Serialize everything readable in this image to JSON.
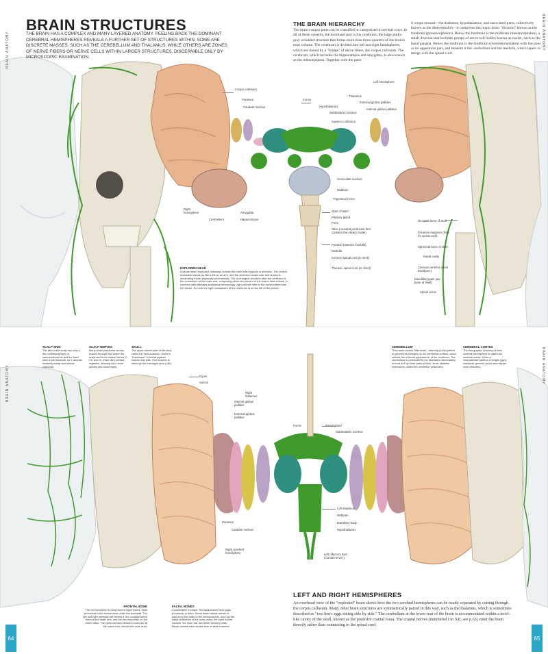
{
  "side_tabs": {
    "top_left": "BRAIN ANATOMY",
    "top_right": "BRAIN ANATOMY",
    "bottom_left": "BRAIN ANATOMY",
    "bottom_right": "BRAIN ANATOMY"
  },
  "page_numbers": {
    "left": "64",
    "right": "65"
  },
  "title": "BRAIN STRUCTURES",
  "intro": "THE BRAIN HAS A COMPLEX AND MANY-LAYERED ANATOMY. PEELING BACK THE DOMINANT CEREBRAL HEMISPHERES REVEALS A FURTHER SET OF STRUCTURES WITHIN. SOME ARE DISCRETE MASSES, SUCH AS THE CEREBELLUM AND THALAMUS, WHILE OTHERS ARE ZONES OF NERVE FIBERS OR NERVE CELLS WITHIN LARGER STRUCTURES, DISCERNIBLE ONLY BY MICROSCOPIC EXAMINATION.",
  "hierarchy": {
    "title": "THE BRAIN HIERARCHY",
    "col1": "The brain's major parts can be classified or categorized in several ways. In all of these systems, the dominant part is the cerebrum, the large pinky-gray wrinkled structure that forms more than three-quarters of the brain's total volume. The cerebrum is divided into left and right hemispheres, which are linked by a \"bridge\" of nerve fibers, the corpus callosum. The cerebrum, which includes the hippocampus and amygdala, is also known as the telencephalon. Together with the parts",
    "col2": "it wraps around—the thalamus, hypothalamus, and associated parts, collectively known as the diencephalon—it comprises the major brain \"division\" known as the forebrain (prosencephalon). Below the forebrain is the midbrain (mesencephalon), a small division that includes groups of nerve-cell bodies known as nuclei, such as the basal ganglia. Below the midbrain is the hindbrain (rhombencephalon) with the pons as its uppermost part, and beneath it the cerebellum and the medulla, which tapers to merge with the spinal cord."
  },
  "top_labels": {
    "corpus_callosum": "Corpus callosum",
    "putamen": "Putamen",
    "caudate_nucleus": "Caudate nucleus",
    "fornix": "Fornix",
    "hypothalamus": "Hypothalamus",
    "subthalamic_nucleus": "Subthalamic nucleus",
    "superior_colliculus": "Superior colliculus",
    "thalamus": "Thalamus",
    "external_globus": "External globus pallidus",
    "internal_globus": "Internal globus pallidus",
    "left_hemisphere": "Left hemisphere",
    "geniculate_nucleus": "Geniculate nucleus",
    "midbrain": "Midbrain",
    "trigeminal_nerve": "Trigeminal nerve",
    "optic_chiasm": "Optic chiasm",
    "pituitary_gland": "Pituitary gland",
    "pons": "Pons",
    "olive": "Olive (rounded protrusion that contains the olivary nuclei)",
    "pyramid": "Pyramid (anterior medulla)",
    "medulla": "Medulla",
    "cervical_cord": "Cervical spinal cord (in neck)",
    "thoracic_cord": "Thoracic spinal cord (in chest)",
    "right_hemisphere": "Right hemisphere",
    "cerebellum": "Cerebellum",
    "amygdala": "Amygdala",
    "hippocampus": "Hippocampus",
    "occipital_bone": "Occipital bone of skull",
    "foramen_magnum": "Foramen magnum (hole for spinal cord)",
    "sphenoid_bone": "Sphenoid bone of skull",
    "nasal_cavity": "Nasal cavity",
    "cervical_vertebra": "Cervical vertebra (neck backbone)",
    "mandible": "Mandible(upper jaw bone of skull)",
    "spinal_nerve": "Spinal nerve"
  },
  "exploded_head": {
    "title": "EXPLODED HEAD",
    "text": "A whole-head \"exploded\" sideways reveals the main brain regions or divisions. The central brainstem stands up like a fist on an arm, and the cerebrum wraps over and around it, dominating it both physically and mentally. The next largest structure after the cerebrum is the cerebellum at the lower rear, comprising about ten percent of the brain's total volume. In common with standard anatomical terminology, right and left refer to the owner rather than the viewer. So here the right hemisphere of the cerebrum is on the left of the picture."
  },
  "bottom_boxes": {
    "scalp_skin": {
      "title": "SCALP SKIN",
      "text": "The skin of the scalp has only a thin underlying layer of subcutaneous fat and the hard skull is just beneath, so it wounds relatively easily and bleeds copiously."
    },
    "scalp_nerves": {
      "title": "SCALP NERVES",
      "text": "Many small peripheral nerves branch through and under the scalp skin from cranial nerves V, VII, and IX. Even faint contact registers, allowing us to react quickly and avoid injury."
    },
    "skull": {
      "title": "SKULL",
      "text": "The upper domed part of the skull, called the neurocranium, forms a \"brainicase\" to shield against knocks and jolts. This function is aided by the meninges (see p.56)."
    },
    "cerebellum": {
      "title": "CEREBELLUM",
      "text": "This name means \"little brain,\" referring to the pattern of grooves and bulges on the cerebellar surface, which reflects the external appearance of the cerebrum. The cerebellum is connected to the brainstem immediately in front of it by three pairs of thick, short, stalklike extensions, called the cerebellar peduncles."
    },
    "cerebral_cortex": {
      "title": "CEREBRAL CORTEX",
      "text": "The thin grayish covering of each cerebral hemisphere is called the cerebral cortex. It has a characteristic pattern of bulges (gyri), shallower grooves (sulci) and deeper ones (fissures)."
    },
    "frontal_bone": {
      "title": "FRONTAL BONE",
      "text": "The neurocranium is composed of eight bones. Most prominent is the frontal bone under the forehead. The left and right parietals are behind it, the occipital below them at the lower rear, and the two temporals on the lower sides. The sphenoid and ethmoid bones are at the lower front, behind the nose area."
    },
    "facial_bones": {
      "title": "FACIAL BONES",
      "text": "Complicated in shape, the facial bones have gaps (foramina) in them. Some allow cranial nerves to pass from the brain to the neurocranium, such as the nasal epithelium in the nose cavity, the eyes in their sockets, the inner ear, and other sensory parts. Blood vessels have similar sets of skull foramina."
    }
  },
  "bottom_labels": {
    "gyrus": "Gyrus",
    "sulcus": "Sulcus",
    "right_thalamus": "Right thalamus",
    "internal_globus": "Internal globus pallidus",
    "external_globus": "External globus pallidus",
    "fornix": "Fornix",
    "pineal_gland": "Pineal gland",
    "subthalamic_nucleus": "Subthalamic nucleus",
    "left_thalamus": "Left thalamus",
    "midbrain": "Midbrain",
    "mamillary_body": "Mamillary body",
    "hypothalamus": "Hypothalamus",
    "putamen": "Putamen",
    "caudate_nucleus": "Caudate nucleus",
    "right_cerebral": "Right cerebral hemisphere",
    "olfactory_tract": "Left olfactory tract (cranial nerve I)"
  },
  "hemispheres": {
    "title": "LEFT AND RIGHT HEMISPHERES",
    "text": "An overhead view of the \"exploded\" brain shows how the two cerebral hemispheres can be neatly separated by cutting through the corpus callosum. Many other brain structures are symmetrically paired in this way, such as the thalamus, which is sometimes described as \"two hen's eggs sitting side by side.\" The cerebellum at the lower rear of the brain is accommodated within a bowl-like cavity of the skull, known as the posterior cranial fossa. The cranial nerves (numbered I to XII, see p.65) enter the brain directly rather than connecting to the spinal cord."
  },
  "colors": {
    "accent_blue": "#2aa4c7",
    "cortex_pink": "#e9b58f",
    "bone": "#e9e4d4",
    "nerve_green": "#3f9a2c",
    "teal": "#2f8f7e",
    "yellow": "#d9c44a"
  }
}
